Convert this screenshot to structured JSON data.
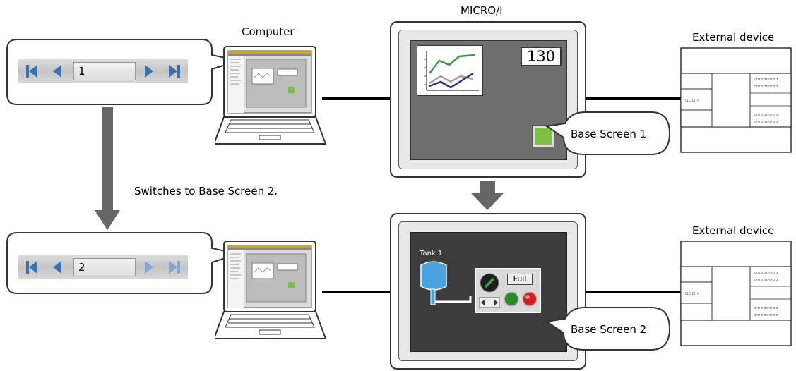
{
  "hmi": {
    "title": "MICRO/I"
  },
  "computer": {
    "label": "Computer"
  },
  "external": {
    "label_top": "External device",
    "label_bottom": "External device"
  },
  "top": {
    "page_number": "1",
    "numeric_display": "130",
    "screen_caption": "Base Screen 1"
  },
  "arrow_caption": "Switches to Base Screen 2.",
  "bottom": {
    "page_number": "2",
    "tank_label": "Tank 1",
    "lamp_label": "Full",
    "screen_caption": "Base Screen 2"
  },
  "colors": {
    "nav_blue": "#3a6fb0",
    "line_green": "#3a9a4a",
    "line_gray": "#a0a0a0",
    "line_navy": "#2c2f7a",
    "button_green": "#7cc242",
    "tank_blue": "#4aa3df",
    "lamp_green": "#2a8a2a",
    "lamp_red": "#d02020"
  }
}
